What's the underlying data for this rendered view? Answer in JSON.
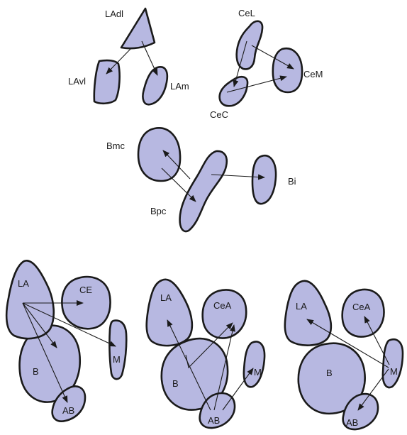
{
  "colors": {
    "region_fill": "#b7b8e1",
    "outline": "#1a1a1a",
    "background": "#ffffff"
  },
  "labels": {
    "ladl": "LAdl",
    "lavl": "LAvl",
    "lam": "LAm",
    "cel": "CeL",
    "cem": "CeM",
    "cec": "CeC",
    "bmc": "Bmc",
    "bpc": "Bpc",
    "bi": "Bi",
    "p1_la": "LA",
    "p1_ce": "CE",
    "p1_b": "B",
    "p1_m": "M",
    "p1_ab": "AB",
    "p2_la": "LA",
    "p2_cea": "CeA",
    "p2_b": "B",
    "p2_m": "M",
    "p2_ab": "AB",
    "p3_la": "LA",
    "p3_cea": "CeA",
    "p3_b": "B",
    "p3_m": "M",
    "p3_ab": "AB"
  }
}
